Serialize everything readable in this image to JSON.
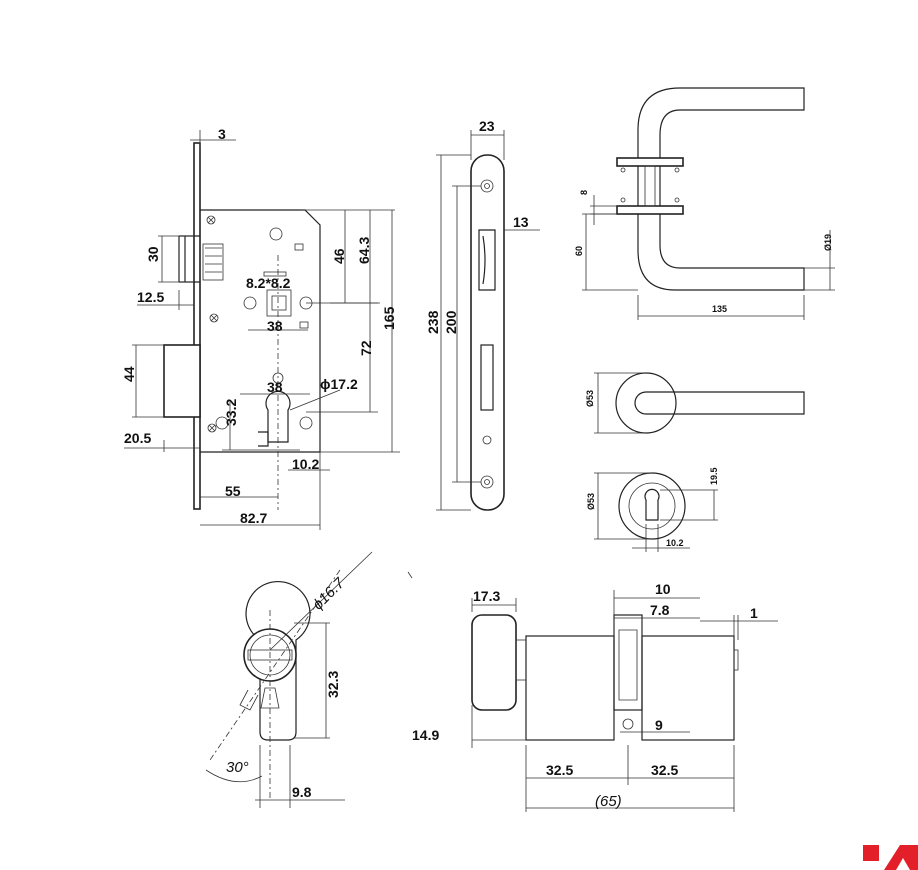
{
  "lock_body": {
    "faceplate_thickness": "3",
    "latch_height": "30",
    "latch_offset": "12.5",
    "deadbolt_height": "44",
    "deadbolt_offset": "20.5",
    "spindle_square": "8.2*8.2",
    "spindle_to_top": "46",
    "spindle_to_edge": "64.3",
    "spindle_fixing": "38",
    "cylinder_fixing": "38",
    "cylinder_hole_dia": "ϕ17.2",
    "cylinder_height": "33.2",
    "cylinder_slot": "10.2",
    "centre_distance": "72",
    "case_height": "165",
    "backset": "55",
    "case_depth": "82.7"
  },
  "faceplate": {
    "width": "23",
    "thickness": "13",
    "length": "238",
    "fixing_distance": "200"
  },
  "handle": {
    "rose_spacing": "8",
    "lever_offset": "60",
    "lever_dia": "Ø19",
    "lever_length": "135",
    "rose_dia": "Ø53",
    "escutcheon_dia": "Ø53",
    "keyhole_height": "19.5",
    "keyhole_width": "10.2"
  },
  "cylinder_front": {
    "diameter": "ϕ16.7",
    "height": "32.3",
    "cam_angle": "30°",
    "width": "9.8"
  },
  "cylinder_side": {
    "knob_length": "17.3",
    "knob_offset": "14.9",
    "cam_width": "10",
    "cam_inner": "7.8",
    "end_gap": "1",
    "screw_hole": "9",
    "half_left": "32.5",
    "half_right": "32.5",
    "total_length": "(65)"
  },
  "colors": {
    "line": "#222222",
    "logo": "#e3202a"
  },
  "logo": {
    "icon": "brand-logo-icon"
  }
}
